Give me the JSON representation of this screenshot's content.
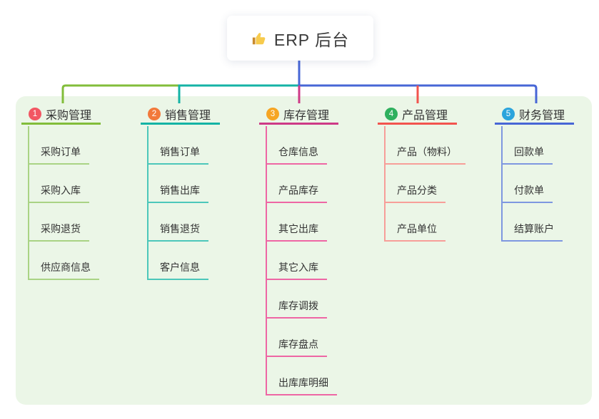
{
  "root": {
    "icon": "thumbs-up",
    "title": "ERP 后台"
  },
  "colors": {
    "panel_bg": "#ebf6e7",
    "root_connector": "#4766d6"
  },
  "branches": [
    {
      "num": "1",
      "label": "采购管理",
      "badge_color": "#f25663",
      "line_color": "#82bd3a",
      "child_line_color": "#a9d384",
      "children": [
        "采购订单",
        "采购入库",
        "采购退货",
        "供应商信息"
      ]
    },
    {
      "num": "2",
      "label": "销售管理",
      "badge_color": "#f2793b",
      "line_color": "#14b3a5",
      "child_line_color": "#4cc7ba",
      "children": [
        "销售订单",
        "销售出库",
        "销售退货",
        "客户信息"
      ]
    },
    {
      "num": "3",
      "label": "库存管理",
      "badge_color": "#f6a523",
      "line_color": "#ce3a87",
      "child_line_color": "#ee66a4",
      "children": [
        "仓库信息",
        "产品库存",
        "其它出库",
        "其它入库",
        "库存调拨",
        "库存盘点",
        "出库库明细"
      ]
    },
    {
      "num": "4",
      "label": "产品管理",
      "badge_color": "#2eb05e",
      "line_color": "#f2544e",
      "child_line_color": "#f79e99",
      "children": [
        "产品（物料）",
        "产品分类",
        "产品单位"
      ]
    },
    {
      "num": "5",
      "label": "财务管理",
      "badge_color": "#2ba4dc",
      "line_color": "#4766d6",
      "child_line_color": "#7e97e0",
      "children": [
        "回款单",
        "付款单",
        "结算账户"
      ]
    }
  ]
}
